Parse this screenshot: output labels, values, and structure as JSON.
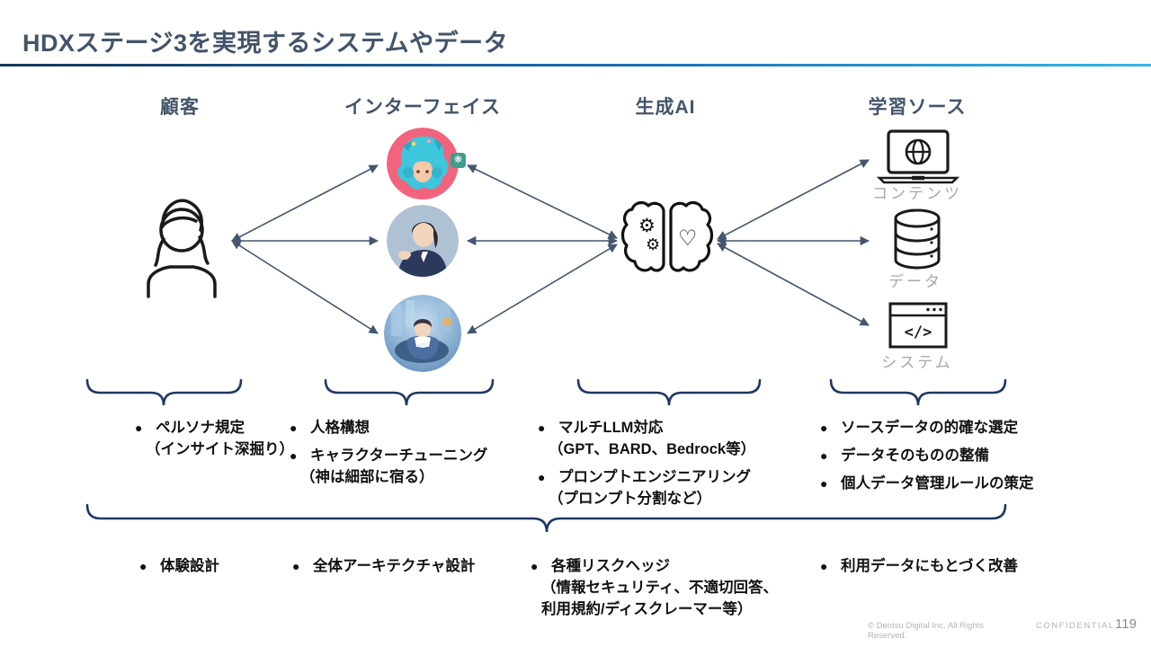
{
  "title": "HDXステージ3を実現するシステムやデータ",
  "chars": {
    "bullet": "●",
    "code_glyph": "</>",
    "gear": "⚙",
    "heart": "♡"
  },
  "headers": {
    "customer": "顧客",
    "interface": "インターフェイス",
    "gen_ai": "生成AI",
    "learning_source": "学習ソース"
  },
  "source_items": {
    "content": "コンテンツ",
    "data": "データ",
    "system": "システム"
  },
  "icons": {
    "customer": "person-woman-icon",
    "gen_ai": "brain-gears-heart-icon",
    "content": "laptop-globe-icon",
    "data": "database-icon",
    "system": "code-window-icon",
    "avatar_badge": "openai-logo-badge"
  },
  "bullets": {
    "customer": [
      {
        "text": "ペルソナ規定",
        "subs": [
          "（インサイト深掘り）"
        ]
      }
    ],
    "interface": [
      {
        "text": "人格構想",
        "subs": []
      },
      {
        "text": "キャラクターチューニング",
        "subs": [
          "（神は細部に宿る）"
        ]
      }
    ],
    "gen_ai": [
      {
        "text": "マルチLLM対応",
        "subs": [
          "（GPT、BARD、Bedrock等）"
        ]
      },
      {
        "text": "プロンプトエンジニアリング",
        "subs": [
          "（プロンプト分割など）"
        ]
      }
    ],
    "learning_source": [
      {
        "text": "ソースデータの的確な選定",
        "subs": []
      },
      {
        "text": "データそのものの整備",
        "subs": []
      },
      {
        "text": "個人データ管理ルールの策定",
        "subs": []
      }
    ]
  },
  "bottom_bullets": [
    {
      "text": "体験設計",
      "subs": []
    },
    {
      "text": "全体アーキテクチャ設計",
      "subs": []
    },
    {
      "text": "各種リスクヘッジ",
      "subs": [
        "（情報セキュリティ、不適切回答、",
        "利用規約/ディスクレーマー等）"
      ]
    },
    {
      "text": "利用データにもとづく改善",
      "subs": []
    }
  ],
  "footer": {
    "copyright": "© Dentsu Digital Inc. All Rights Reserved.",
    "confidential": "CONFIDENTIAL",
    "page": "119"
  },
  "colors": {
    "title_text": "#44546A",
    "underline_start": "#16365C",
    "underline_end": "#35B6E8",
    "bracket_navy": "#1F3864",
    "arrow": "#44566E",
    "muted_label": "#A8A8A8",
    "footer_text": "#B3B3B3",
    "avatar1_bg": "#F2647E",
    "avatar1_hair": "#3EC6DC",
    "badge_bg": "#3E9E8F"
  }
}
